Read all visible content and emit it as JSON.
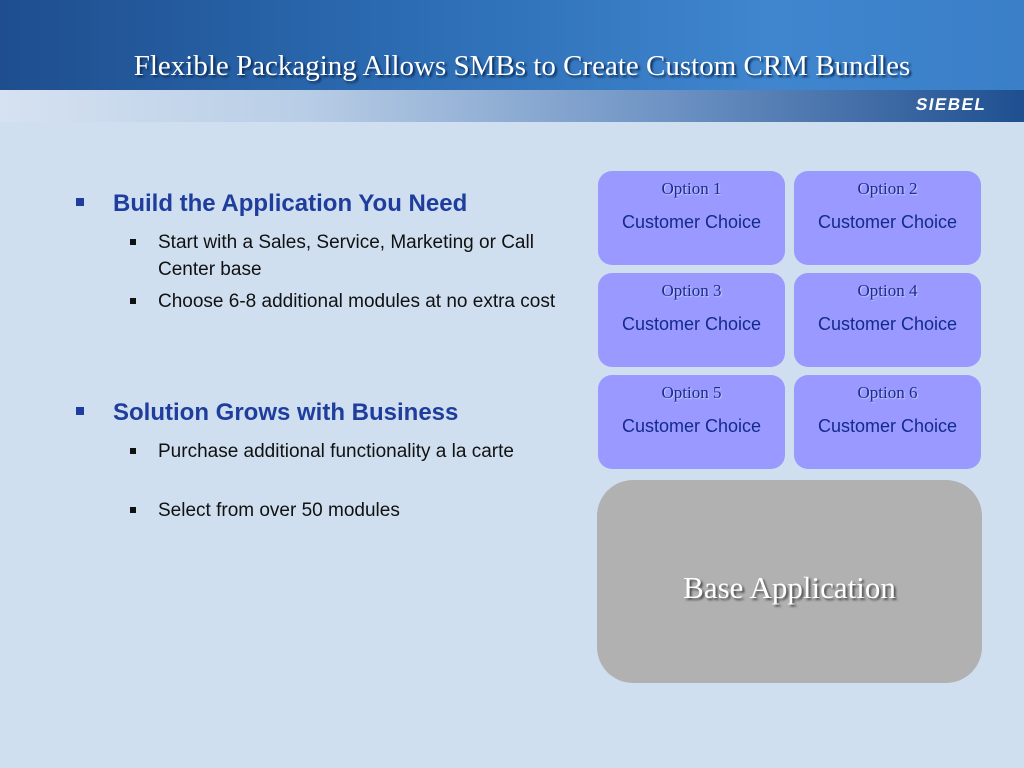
{
  "slide": {
    "title": "Flexible Packaging Allows SMBs to Create Custom CRM Bundles",
    "logo_text": "SIEBEL"
  },
  "bullets": [
    {
      "heading": "Build the Application You Need",
      "items": [
        "Start with a Sales, Service, Marketing or Call Center base",
        "Choose 6-8 additional modules at no extra cost"
      ]
    },
    {
      "heading": "Solution Grows with Business",
      "items": [
        "Purchase additional functionality a la carte",
        "Select from over 50 modules"
      ]
    }
  ],
  "options": [
    {
      "label": "Option 1",
      "value": "Customer Choice"
    },
    {
      "label": "Option 2",
      "value": "Customer Choice"
    },
    {
      "label": "Option 3",
      "value": "Customer Choice"
    },
    {
      "label": "Option 4",
      "value": "Customer Choice"
    },
    {
      "label": "Option 5",
      "value": "Customer Choice"
    },
    {
      "label": "Option 6",
      "value": "Customer Choice"
    }
  ],
  "base": {
    "label": "Base Application"
  },
  "colors": {
    "option_fill": "#9999ff",
    "base_fill": "#b1b1b1",
    "heading_blue": "#1f3d9c",
    "background": "#cfdff0"
  }
}
